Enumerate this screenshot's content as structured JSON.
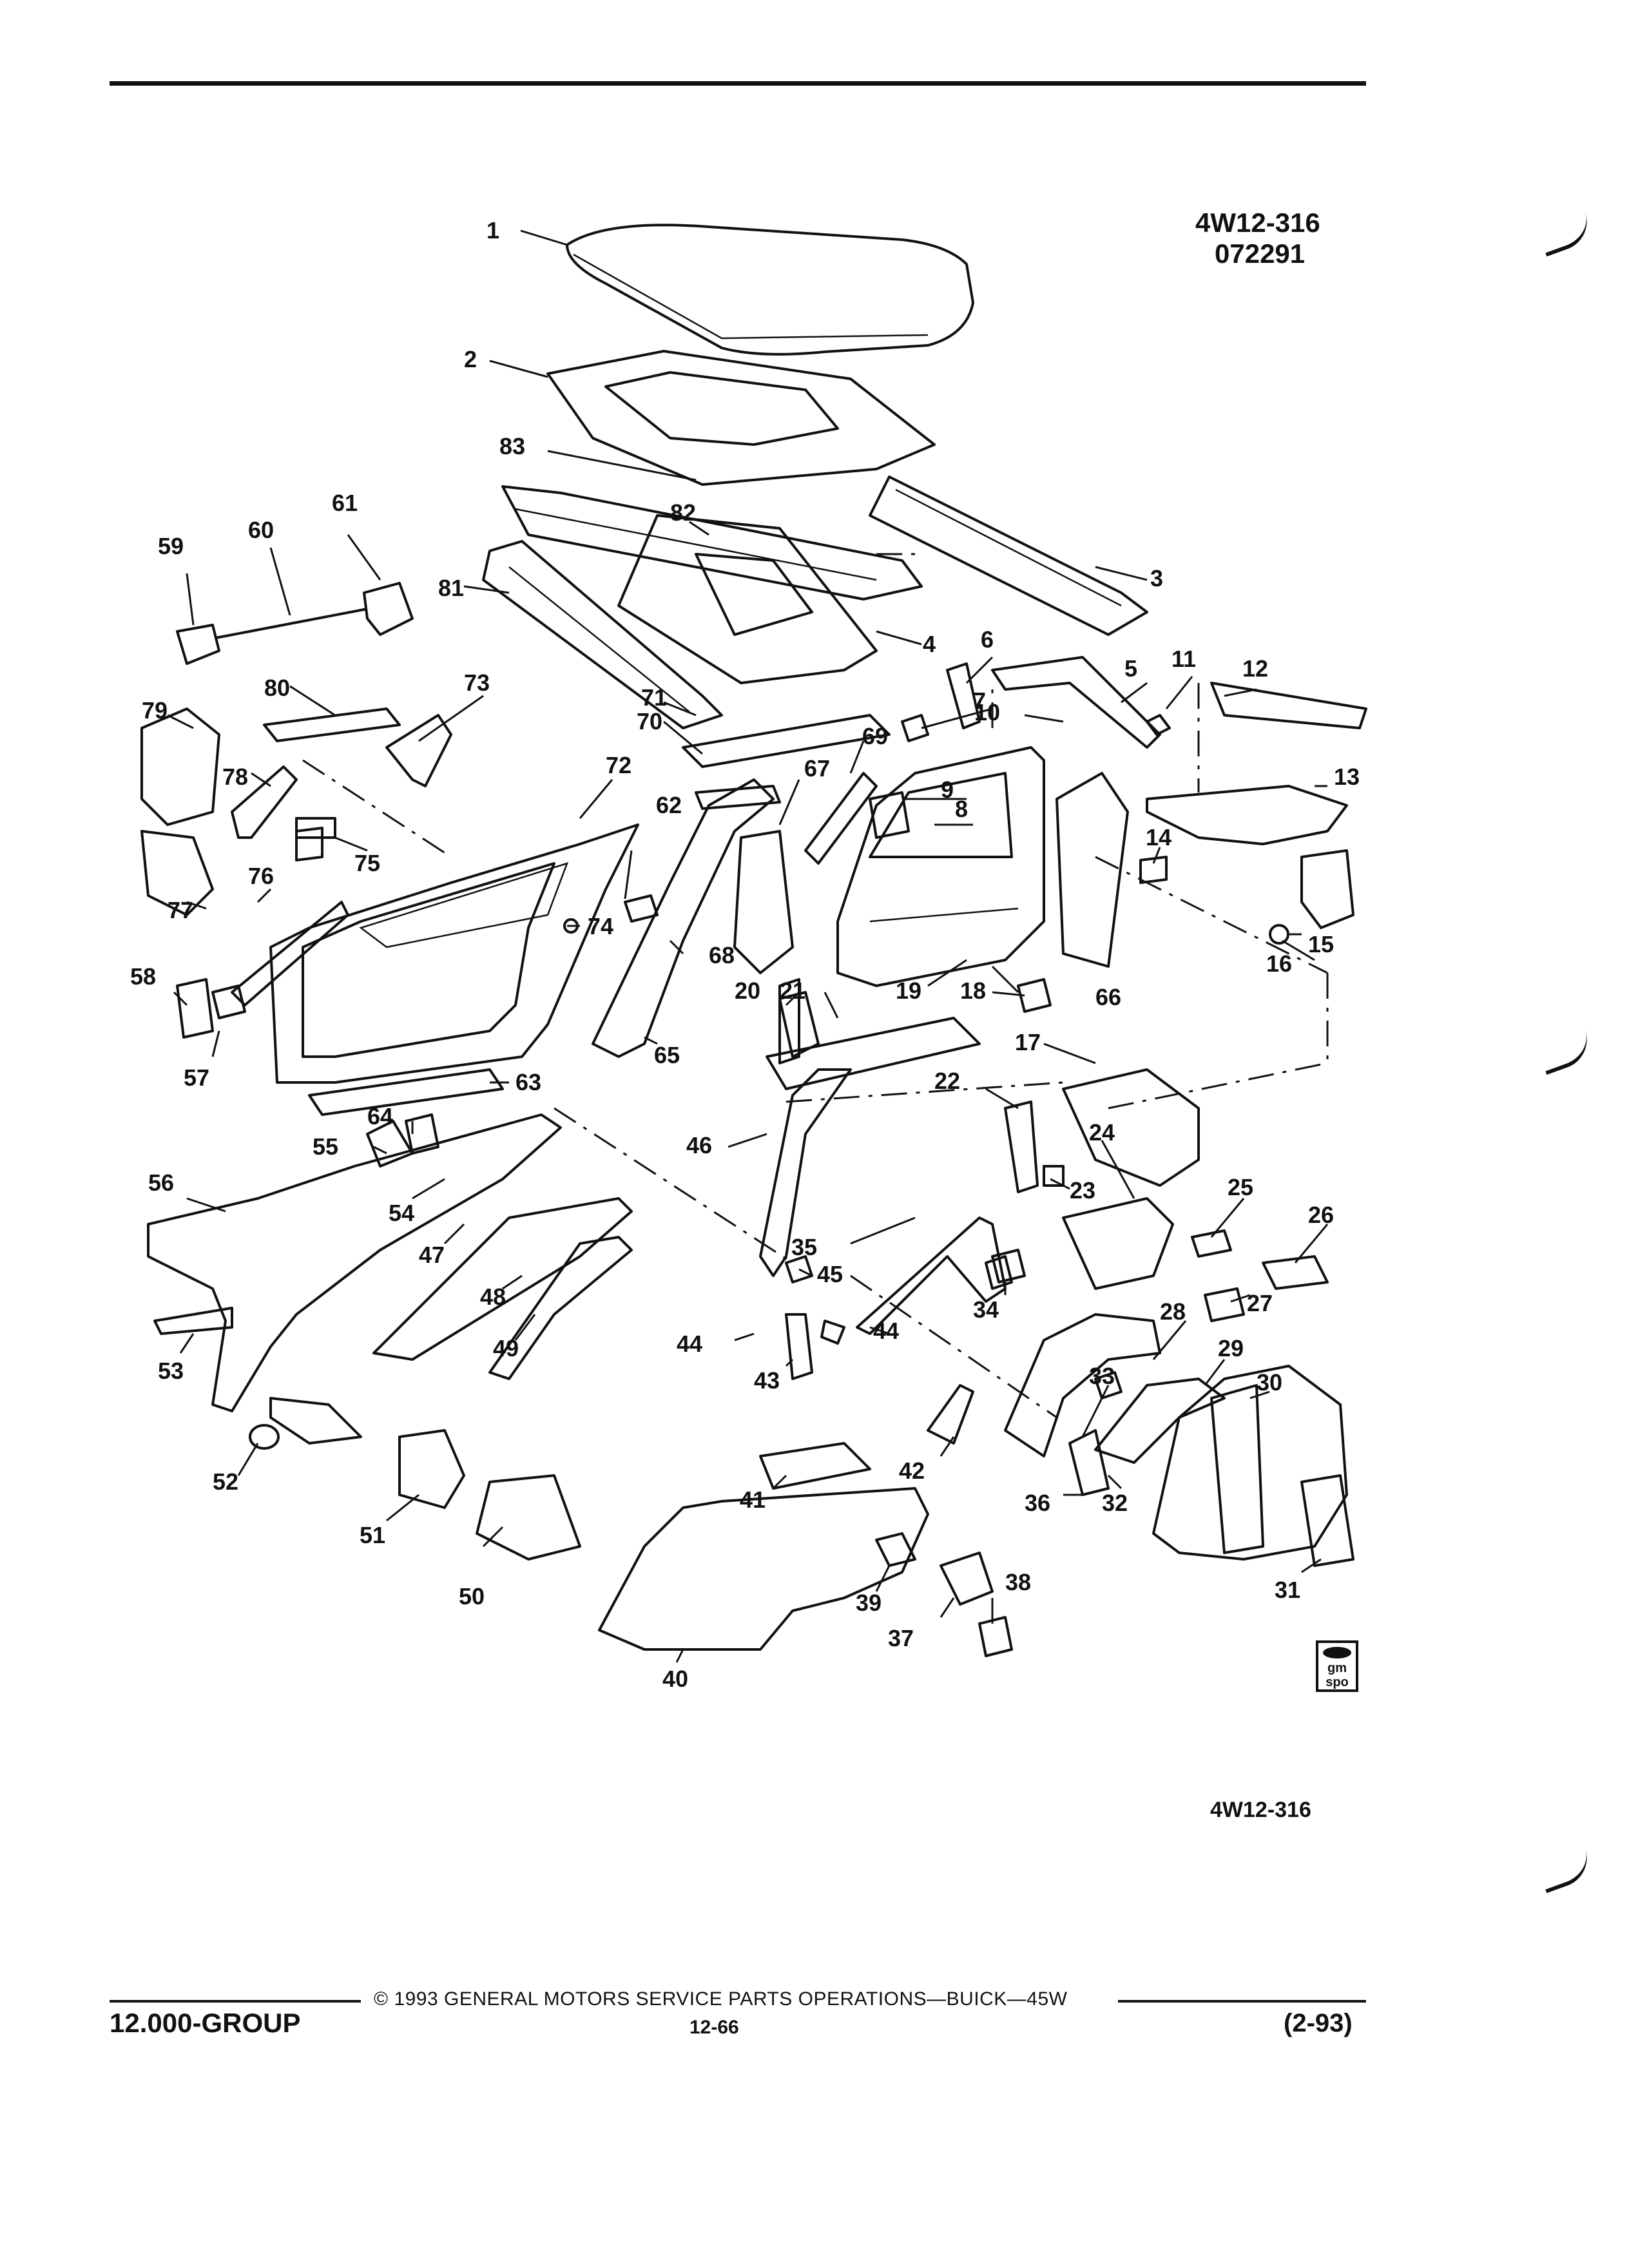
{
  "header": {
    "ref_line1": "4W12-316",
    "ref_line2": "072291"
  },
  "diagram": {
    "bottom_ref": "4W12-316",
    "callouts": [
      "1",
      "2",
      "3",
      "4",
      "5",
      "6",
      "7",
      "8",
      "9",
      "10",
      "11",
      "12",
      "13",
      "14",
      "15",
      "16",
      "17",
      "18",
      "19",
      "20",
      "21",
      "22",
      "23",
      "24",
      "25",
      "26",
      "27",
      "28",
      "29",
      "30",
      "31",
      "32",
      "33",
      "34",
      "35",
      "36",
      "37",
      "38",
      "39",
      "40",
      "41",
      "42",
      "43",
      "44",
      "44",
      "45",
      "46",
      "47",
      "48",
      "49",
      "50",
      "51",
      "52",
      "53",
      "54",
      "55",
      "56",
      "57",
      "58",
      "59",
      "60",
      "61",
      "62",
      "63",
      "64",
      "65",
      "66",
      "67",
      "68",
      "69",
      "70",
      "71",
      "72",
      "73",
      "74",
      "75",
      "76",
      "77",
      "78",
      "79",
      "80",
      "81",
      "82",
      "83"
    ],
    "logo_text": "gm spo"
  },
  "footer": {
    "copyright": "© 1993 GENERAL MOTORS SERVICE PARTS OPERATIONS—BUICK—45W",
    "group": "12.000-GROUP",
    "page": "12-66",
    "date_code": "(2-93)"
  }
}
